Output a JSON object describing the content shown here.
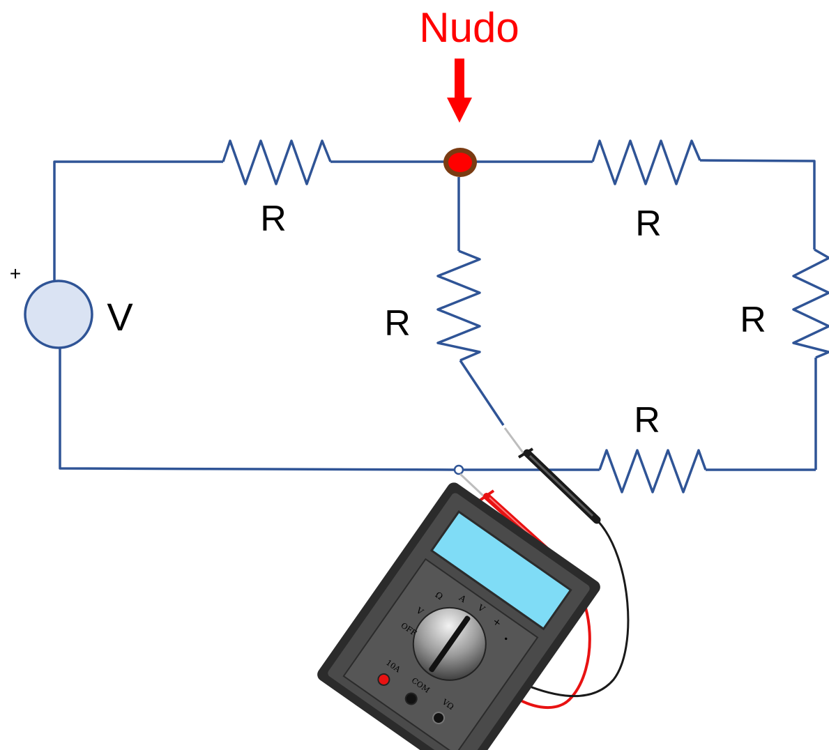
{
  "title": "Nudo",
  "source": {
    "symbol": "V",
    "polarity": "+"
  },
  "resistors": {
    "top_left": "R",
    "top_right": "R",
    "middle": "R",
    "right": "R",
    "bottom": "R"
  },
  "multimeter": {
    "dial_labels": [
      "Ω",
      "A",
      "V",
      "+",
      "•",
      "V",
      "OFF"
    ],
    "port_labels": [
      "10A",
      "COM",
      "VΩ"
    ]
  },
  "colors": {
    "wire": "#2f5496",
    "node_fill": "#ff0000",
    "node_ring": "#7a3b12",
    "arrow": "#ff0000",
    "title": "#ff0000",
    "source_fill": "#dae3f3",
    "meter_body": "#3a3a3a",
    "meter_display": "#7fdcf6",
    "probe_red": "#e81212",
    "probe_black": "#1a1a1a"
  },
  "icons": [
    "voltage-source-icon",
    "resistor-icon",
    "node-dot-icon",
    "down-arrow-icon",
    "multimeter-icon",
    "probe-icon"
  ]
}
